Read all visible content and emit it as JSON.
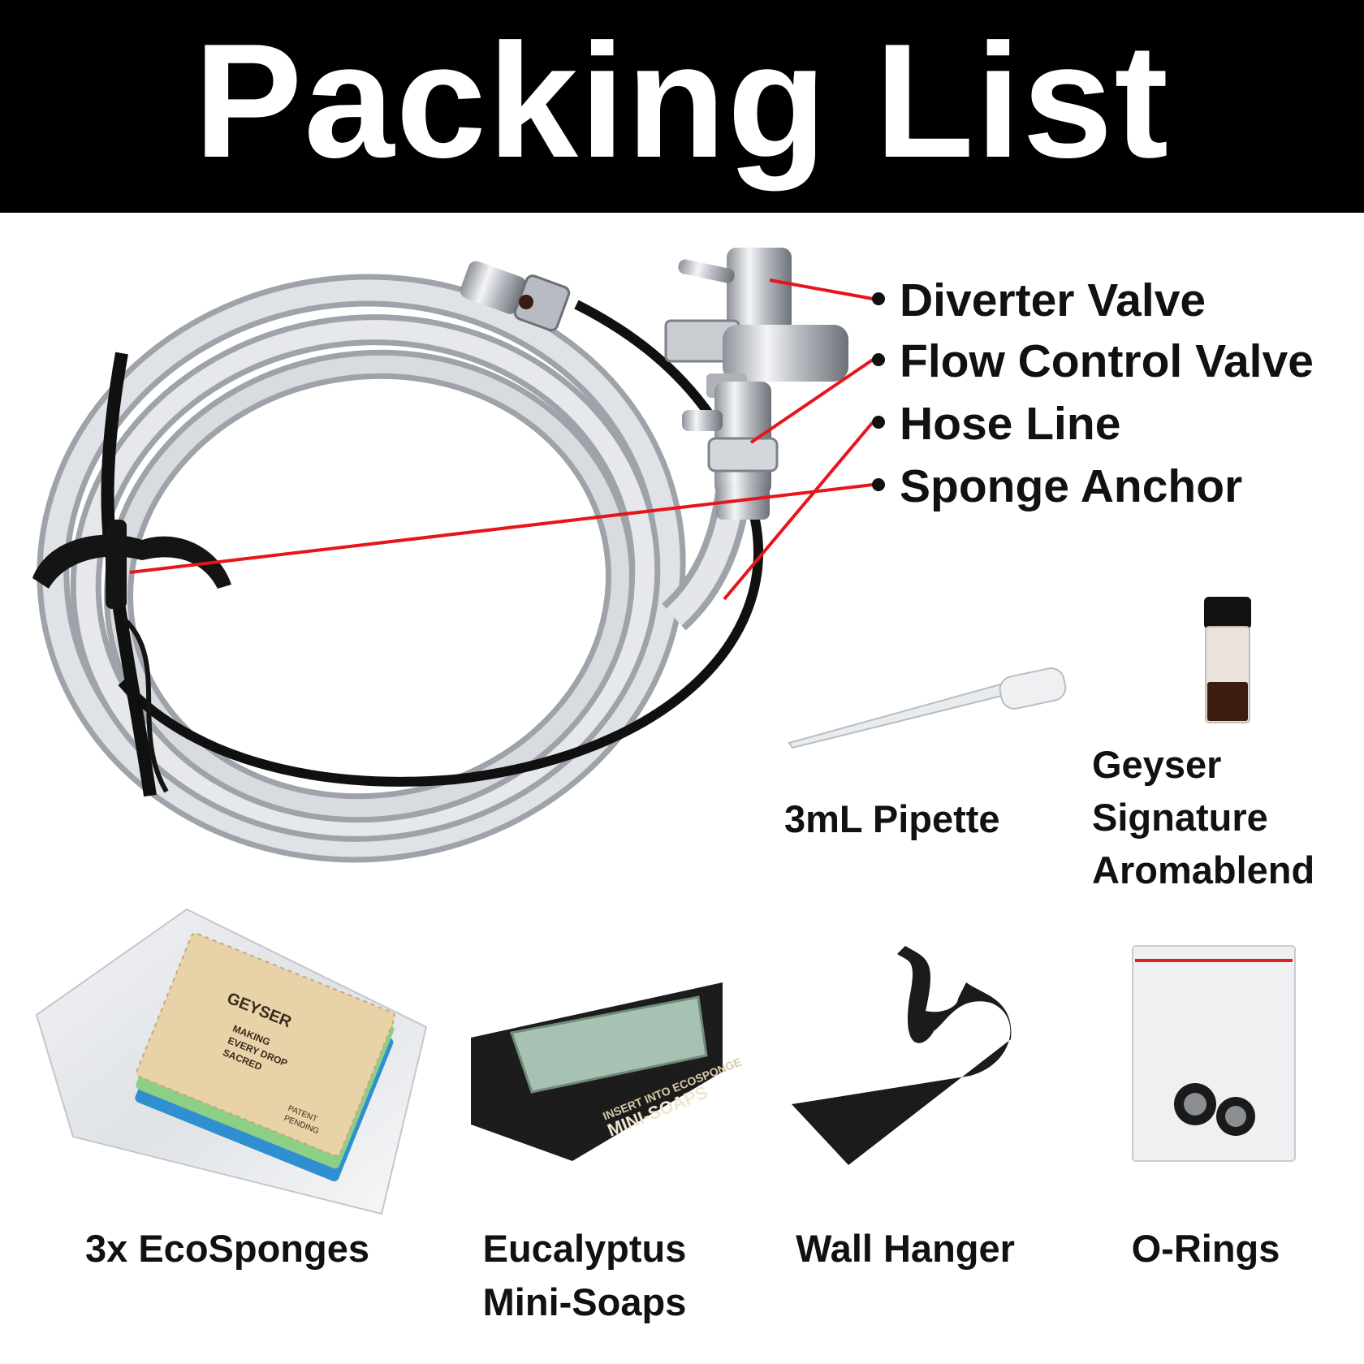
{
  "header": {
    "title": "Packing List"
  },
  "callouts": [
    {
      "label": "Diverter Valve"
    },
    {
      "label": "Flow Control Valve"
    },
    {
      "label": "Hose Line"
    },
    {
      "label": "Sponge Anchor"
    }
  ],
  "items": {
    "pipette": "3mL Pipette",
    "aromablend": [
      "Geyser",
      "Signature",
      "Aromablend"
    ],
    "ecosponges": "3x EcoSponges",
    "mini_soaps": [
      "Eucalyptus",
      "Mini-Soaps"
    ],
    "wall_hanger": "Wall Hanger",
    "o_rings": "O-Rings"
  },
  "packaging": {
    "sponge_brand": "GEYSER",
    "sponge_tagline": [
      "MAKING",
      "EVERY DROP",
      "SACRED"
    ],
    "sponge_patent": [
      "PATENT",
      "PENDING"
    ],
    "soap_box_text": "MINI-SOAPS",
    "soap_box_insert": "INSERT INTO ECOSPONGE"
  },
  "colors": {
    "header_bg": "#000000",
    "header_text": "#ffffff",
    "callout_line": "#e8141c",
    "bullet": "#111111",
    "hose": "#c9ccd1",
    "anchor": "#141414"
  }
}
